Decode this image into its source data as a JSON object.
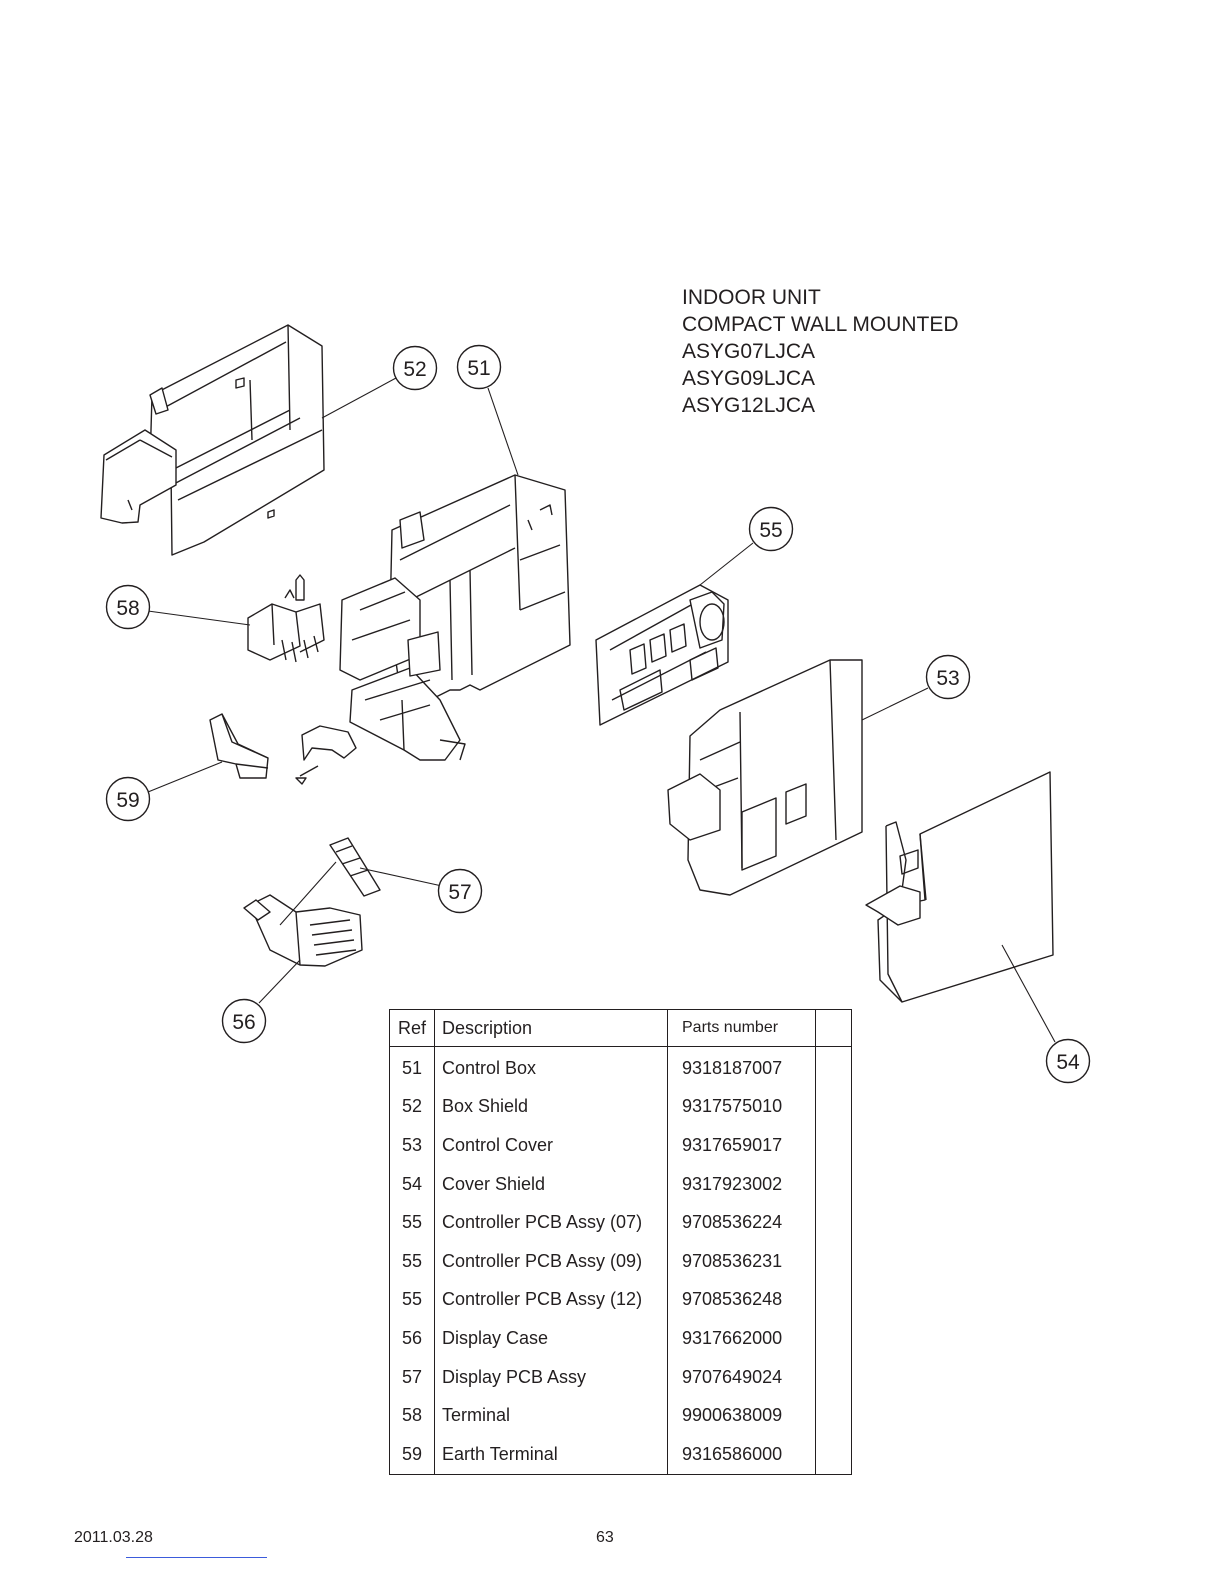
{
  "title_lines": [
    "INDOOR UNIT",
    "COMPACT WALL MOUNTED",
    "ASYG07LJCA",
    "ASYG09LJCA",
    "ASYG12LJCA"
  ],
  "callouts": [
    "51",
    "52",
    "53",
    "54",
    "55",
    "56",
    "57",
    "58",
    "59"
  ],
  "table": {
    "headers": {
      "ref": "Ref",
      "description": "Description",
      "parts_number": "Parts number"
    },
    "rows": [
      {
        "ref": "51",
        "description": "Control Box",
        "parts_number": "9318187007"
      },
      {
        "ref": "52",
        "description": "Box Shield",
        "parts_number": "9317575010"
      },
      {
        "ref": "53",
        "description": "Control Cover",
        "parts_number": "9317659017"
      },
      {
        "ref": "54",
        "description": "Cover Shield",
        "parts_number": "9317923002"
      },
      {
        "ref": "55",
        "description": "Controller PCB Assy (07)",
        "parts_number": "9708536224"
      },
      {
        "ref": "55",
        "description": "Controller PCB Assy (09)",
        "parts_number": "9708536231"
      },
      {
        "ref": "55",
        "description": "Controller PCB Assy (12)",
        "parts_number": "9708536248"
      },
      {
        "ref": "56",
        "description": "Display Case",
        "parts_number": "9317662000"
      },
      {
        "ref": "57",
        "description": "Display PCB Assy",
        "parts_number": "9707649024"
      },
      {
        "ref": "58",
        "description": "Terminal",
        "parts_number": "9900638009"
      },
      {
        "ref": "59",
        "description": "Earth Terminal",
        "parts_number": "9316586000"
      }
    ]
  },
  "footer": {
    "date": "2011.03.28",
    "page": "63"
  }
}
